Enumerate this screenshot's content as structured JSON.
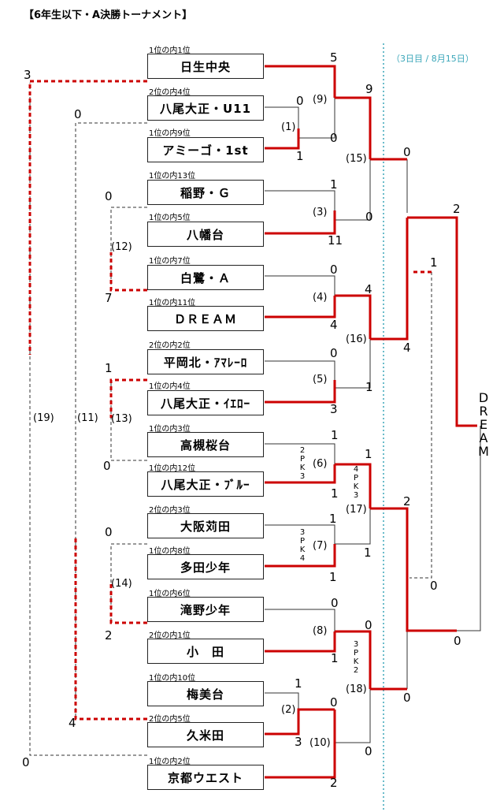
{
  "title": "【6年生以下・A決勝トーナメント】",
  "date_note": "（3日目 / 8月15日）",
  "champion": "DREAM",
  "teams": [
    {
      "seed": "1位の内1位",
      "name": "日生中央"
    },
    {
      "seed": "2位の内4位",
      "name": "八尾大正・U11"
    },
    {
      "seed": "1位の内9位",
      "name": "アミーゴ・1st"
    },
    {
      "seed": "1位の内13位",
      "name": "稲野・Ｇ"
    },
    {
      "seed": "1位の内5位",
      "name": "八幡台"
    },
    {
      "seed": "1位の内7位",
      "name": "白鷺・Ａ"
    },
    {
      "seed": "1位の内11位",
      "name": "ＤＲＥＡＭ"
    },
    {
      "seed": "2位の内2位",
      "name": "平岡北・ｱﾏﾚｰﾛ"
    },
    {
      "seed": "1位の内4位",
      "name": "八尾大正・ｲｴﾛｰ"
    },
    {
      "seed": "1位の内3位",
      "name": "高槻桜台"
    },
    {
      "seed": "1位の内12位",
      "name": "八尾大正・ﾌﾞﾙｰ"
    },
    {
      "seed": "2位の内3位",
      "name": "大阪苅田"
    },
    {
      "seed": "1位の内8位",
      "name": "多田少年"
    },
    {
      "seed": "1位の内6位",
      "name": "滝野少年"
    },
    {
      "seed": "2位の内1位",
      "name": "小　田"
    },
    {
      "seed": "1位の内10位",
      "name": "梅美台"
    },
    {
      "seed": "2位の内5位",
      "name": "久米田"
    },
    {
      "seed": "1位の内2位",
      "name": "京都ウエスト"
    }
  ],
  "game_numbers": [
    "(1)",
    "(2)",
    "(3)",
    "(4)",
    "(5)",
    "(6)",
    "(7)",
    "(8)",
    "(9)",
    "(10)",
    "(11)",
    "(12)",
    "(13)",
    "(14)",
    "(15)",
    "(16)",
    "(17)",
    "(18)",
    "(19)"
  ],
  "scores": {
    "g1_top": "0",
    "g1_bot": "1",
    "g2_top": "1",
    "g2_bot": "3",
    "g3_top": "1",
    "g3_bot": "11",
    "g4_top": "0",
    "g4_bot": "4",
    "g5_top": "0",
    "g5_bot": "3",
    "g6_top": "1",
    "g6_bot": "1",
    "g7_top": "1",
    "g7_bot": "1",
    "g8_top": "0",
    "g8_bot": "1",
    "g9_top": "5",
    "g9_bot": "0",
    "g10_top": "0",
    "g10_bot": "2",
    "g11_top": "0",
    "g11_bot": "4",
    "g12_top": "0",
    "g12_bot": "7",
    "g13_top": "1",
    "g13_bot": "0",
    "g14_top": "0",
    "g14_bot": "2",
    "g15_top": "9",
    "g15_bot": "0",
    "g16_top": "4",
    "g16_bot": "1",
    "g17_top": "1",
    "g17_bot": "1",
    "g18_top": "0",
    "g18_bot": "0",
    "g19_top": "3",
    "g19_bot": "0",
    "sf1_top": "0",
    "sf1_bot": "4",
    "sf2_top": "2",
    "sf2_bot": "0",
    "f_top": "2",
    "f_bot": "0",
    "f_pre_top": "1",
    "f_pre_bot": "0"
  },
  "pk": {
    "g6": "2PK3",
    "g7": "3PK4",
    "g17": "4PK3",
    "g18": "3PK2"
  },
  "colors": {
    "win": "#cc0000",
    "normal": "#333333",
    "divider": "#3aa6b9"
  }
}
